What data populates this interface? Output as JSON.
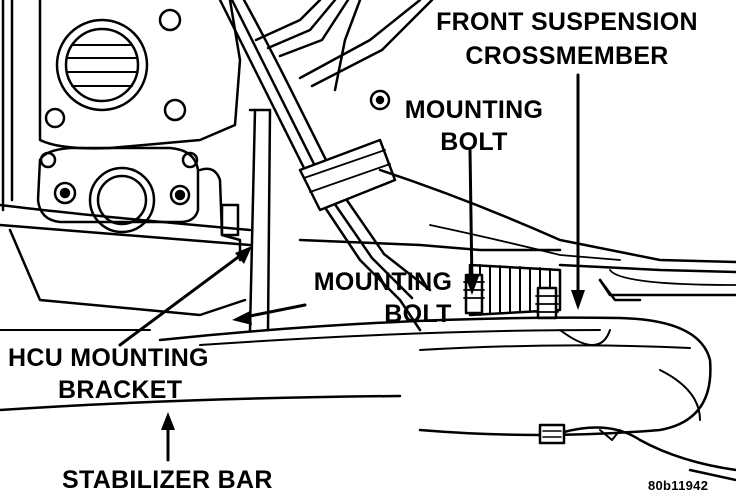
{
  "labels": {
    "front_suspension_line1": "FRONT SUSPENSION",
    "front_suspension_line2": "CROSSMEMBER",
    "mounting_bolt_upper_line1": "MOUNTING",
    "mounting_bolt_upper_line2": "BOLT",
    "mounting_bolt_lower_line1": "MOUNTING",
    "mounting_bolt_lower_line2": "BOLT",
    "hcu_line1": "HCU MOUNTING",
    "hcu_line2": "BRACKET",
    "stabilizer_bar": "STABILIZER BAR",
    "figure_code": "80b11942"
  },
  "colors": {
    "ink": "#000000",
    "paper": "#ffffff"
  }
}
